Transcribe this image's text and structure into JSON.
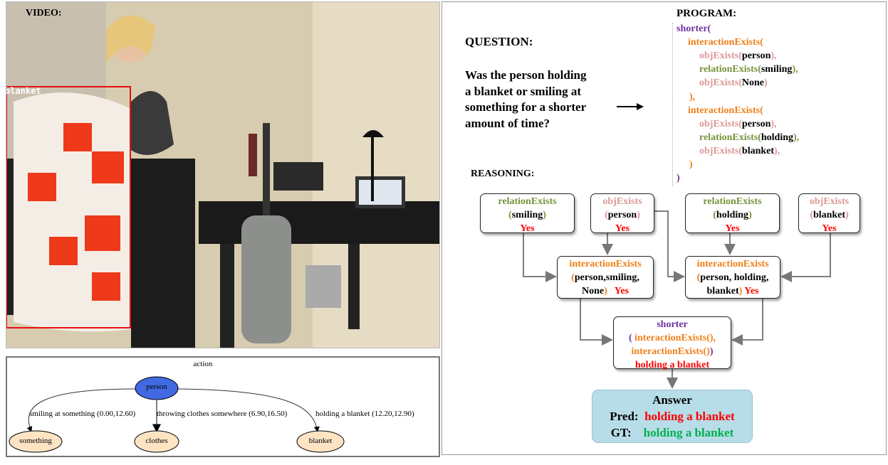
{
  "video": {
    "label": "VIDEO:",
    "bbox_label": "blanket"
  },
  "graph": {
    "title": "action",
    "nodes": {
      "person": "person",
      "something": "something",
      "clothes": "clothes",
      "blanket": "blanket"
    },
    "edges": [
      "smiling at something (0.00,12.60)",
      "throwing clothes somewhere (6.90,16.50)",
      "holding a blanket (12.20,12.90)"
    ],
    "colors": {
      "subject": "#4169e1",
      "object": "#ffe4c4"
    }
  },
  "question": {
    "label": "QUESTION:",
    "lines": [
      "Was the person holding",
      "a blanket or smiling at",
      "something for a shorter",
      "amount of time?"
    ]
  },
  "program": {
    "label": "PROGRAM:",
    "lines": [
      [
        [
          "shorter(",
          "#7030a0"
        ]
      ],
      [
        [
          "interactionExists(",
          "#f07f1a"
        ]
      ],
      [
        [
          "objExists(",
          "#dc9896"
        ],
        [
          "person",
          "#000"
        ],
        [
          "),",
          "#dc9896"
        ]
      ],
      [
        [
          "relationExists(",
          "#77933c"
        ],
        [
          "smiling",
          "#000"
        ],
        [
          "),",
          "#77933c"
        ]
      ],
      [
        [
          "objExists(",
          "#dc9896"
        ],
        [
          "None",
          "#000"
        ],
        [
          ")",
          "#dc9896"
        ]
      ],
      [
        [
          "),",
          "#f07f1a"
        ]
      ],
      [
        [
          "interactionExists(",
          "#f07f1a"
        ]
      ],
      [
        [
          "objExists(",
          "#dc9896"
        ],
        [
          "person",
          "#000"
        ],
        [
          "),",
          "#dc9896"
        ]
      ],
      [
        [
          "relationExists(",
          "#77933c"
        ],
        [
          "holding",
          "#000"
        ],
        [
          "),",
          "#77933c"
        ]
      ],
      [
        [
          "objExists(",
          "#dc9896"
        ],
        [
          "blanket",
          "#000"
        ],
        [
          "),",
          "#dc9896"
        ]
      ],
      [
        [
          ")",
          "#f07f1a"
        ]
      ],
      [
        [
          ")",
          "#7030a0"
        ]
      ]
    ]
  },
  "reasoning": {
    "label": "REASONING:",
    "boxes": {
      "rel_smiling": {
        "fn": "relationExists",
        "arg": "smiling",
        "result": "Yes"
      },
      "obj_person": {
        "fn": "objExists",
        "arg": "person",
        "result": "Yes"
      },
      "rel_holding": {
        "fn": "relationExists",
        "arg": "holding",
        "result": "Yes"
      },
      "obj_blanket": {
        "fn": "objExists",
        "arg": "blanket",
        "result": "Yes"
      },
      "inter_left": {
        "fn": "interactionExists",
        "arg1": "person,smiling,",
        "arg2": "None",
        "result": "Yes"
      },
      "inter_right": {
        "fn": "interactionExists",
        "arg1": "person, holding,",
        "arg2": "blanket",
        "result": "Yes"
      },
      "shorter": {
        "fn": "shorter",
        "arg1": "interactionExists(),",
        "arg2": "interactionExists()",
        "result": "holding a blanket"
      }
    }
  },
  "answer": {
    "title": "Answer",
    "pred_label": "Pred:",
    "pred": "holding a blanket",
    "gt_label": "GT:",
    "gt": "holding a blanket"
  }
}
